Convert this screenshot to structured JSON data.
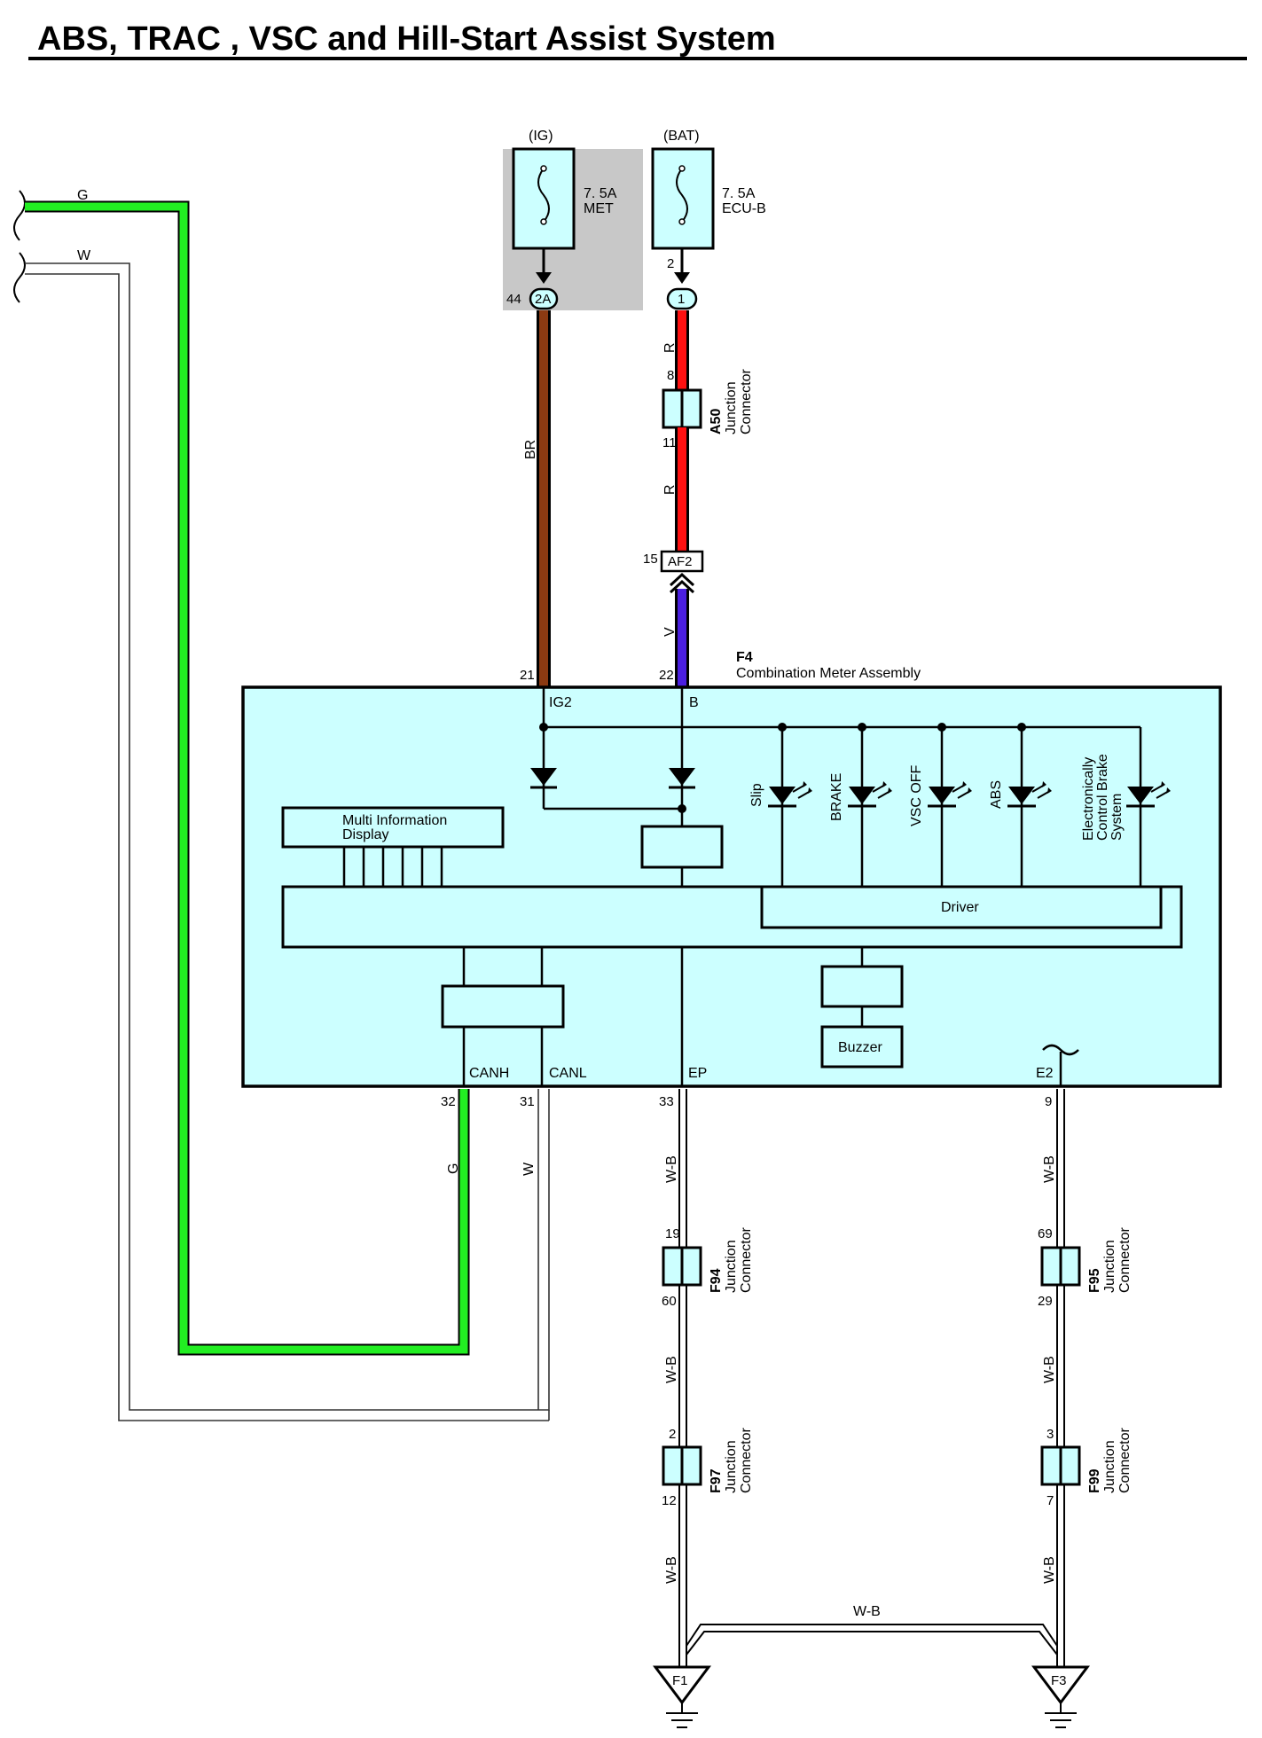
{
  "title": "ABS, TRAC , VSC and Hill-Start Assist System",
  "fuses": [
    {
      "supply": "(IG)",
      "rating": "7. 5A",
      "name": "MET"
    },
    {
      "supply": "(BAT)",
      "rating": "7. 5A",
      "name": "ECU-B"
    }
  ],
  "connectors_top": {
    "met_out_pin": "44",
    "met_out_id": "2A",
    "ecub_pin": "2",
    "ecub_out_id": "1",
    "af2_pin": "15",
    "af2_id": "AF2"
  },
  "wires": {
    "left_g": "G",
    "left_w": "W",
    "br": "BR",
    "r_upper": "R",
    "r_lower": "R",
    "v": "V",
    "canh_color": "G",
    "canl_color": "W",
    "wb": "W-B",
    "bottom_link": "W-B"
  },
  "colors": {
    "green": "#22ee22",
    "brown": "#8b3a12",
    "red": "#ff1111",
    "violet": "#4b1fe0",
    "cyan_fill": "#ccffff",
    "gray_box": "#c8c8c8"
  },
  "junctions": [
    {
      "id": "A50",
      "line1": "Junction",
      "line2": "Connector",
      "pin_top": "8",
      "pin_bottom": "11"
    },
    {
      "id": "F94",
      "line1": "Junction",
      "line2": "Connector",
      "pin_top": "19",
      "pin_bottom": "60"
    },
    {
      "id": "F97",
      "line1": "Junction",
      "line2": "Connector",
      "pin_top": "2",
      "pin_bottom": "12"
    },
    {
      "id": "F95",
      "line1": "Junction",
      "line2": "Connector",
      "pin_top": "69",
      "pin_bottom": "29"
    },
    {
      "id": "F99",
      "line1": "Junction",
      "line2": "Connector",
      "pin_top": "3",
      "pin_bottom": "7"
    }
  ],
  "meter": {
    "id": "F4",
    "name": "Combination Meter Assembly",
    "pins_top": {
      "ig2_num": "21",
      "ig2": "IG2",
      "b_num": "22",
      "b": "B"
    },
    "pins_bottom": {
      "canh": "CANH",
      "canh_num": "32",
      "canl": "CANL",
      "canl_num": "31",
      "ep": "EP",
      "ep_num": "33",
      "e2": "E2",
      "e2_num": "9"
    },
    "mid_line1": "Multi Information",
    "mid_line2": "Display",
    "driver": "Driver",
    "buzzer": "Buzzer",
    "lamps": [
      "Slip",
      "BRAKE",
      "VSC OFF",
      "ABS"
    ],
    "ecb_line1": "Electronically",
    "ecb_line2": "Control Brake",
    "ecb_line3": "System"
  },
  "grounds": [
    "F1",
    "F3"
  ]
}
